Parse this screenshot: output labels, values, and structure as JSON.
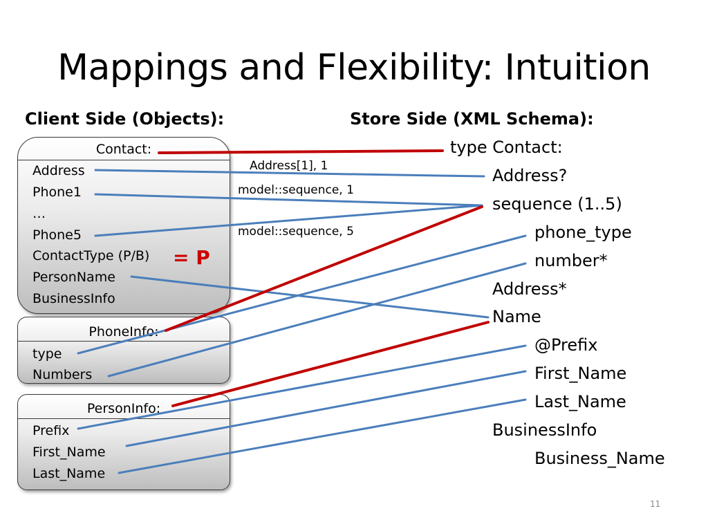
{
  "title": "Mappings and Flexibility: Intuition",
  "client_heading": "Client Side (Objects):",
  "store_heading": "Store Side (XML Schema):",
  "contact": {
    "title": "Contact:",
    "fields": [
      "Address",
      "Phone1",
      "…",
      "Phone5",
      "ContactType (P/B)",
      "PersonName",
      "BusinessInfo"
    ]
  },
  "phoneinfo": {
    "title": "PhoneInfo:",
    "fields": [
      "type",
      "Numbers"
    ]
  },
  "personinfo": {
    "title": "PersonInfo:",
    "fields": [
      "Prefix",
      "First_Name",
      "Last_Name"
    ]
  },
  "assignment": "= P",
  "mapping_labels": [
    "Address[1], 1",
    "model::sequence, 1",
    "model::sequence, 5"
  ],
  "schema": [
    "type Contact:",
    "Address?",
    "sequence (1..5)",
    "phone_type",
    "number*",
    "Address*",
    "Name",
    "@Prefix",
    "First_Name",
    "Last_Name",
    "BusinessInfo",
    "Business_Name"
  ],
  "colors": {
    "blue_connector": "#4a7ebb",
    "red_connector": "#c00000",
    "assignment": "#cc0000"
  },
  "page_number": "11"
}
